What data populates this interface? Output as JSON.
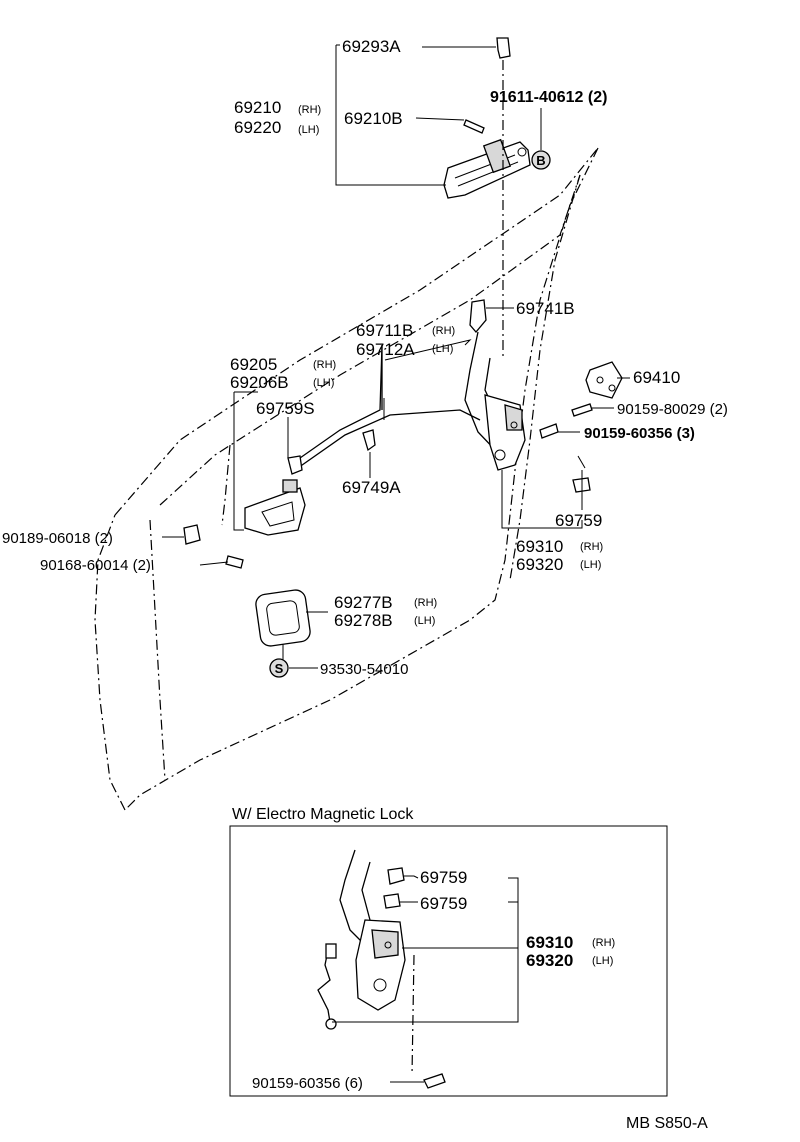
{
  "labels": {
    "p69293a": "69293A",
    "p69210": "69210",
    "p69220": "69220",
    "p69210b": "69210B",
    "p91611": "91611-40612 (2)",
    "p69741b": "69741B",
    "p69711b": "69711B",
    "p69712a": "69712A",
    "p69205": "69205",
    "p69206b": "69206B",
    "p69759s": "69759S",
    "p69749a": "69749A",
    "p69410": "69410",
    "p90159_80029": "90159-80029 (2)",
    "p90159_60356": "90159-60356 (3)",
    "p69759": "69759",
    "p69310": "69310",
    "p69320": "69320",
    "p90189": "90189-06018 (2)",
    "p90168": "90168-60014 (2)",
    "p69277b": "69277B",
    "p69278b": "69278B",
    "p93530": "93530-54010",
    "inset_title": "W/ Electro Magnetic Lock",
    "inset_69759_a": "69759",
    "inset_69759_b": "69759",
    "inset_69310": "69310",
    "inset_69320": "69320",
    "inset_90159": "90159-60356 (6)",
    "code": "MB S850-A"
  },
  "sides": {
    "rh": "(RH)",
    "lh": "(LH)"
  },
  "circle_marks": {
    "b": "B",
    "s": "S"
  }
}
